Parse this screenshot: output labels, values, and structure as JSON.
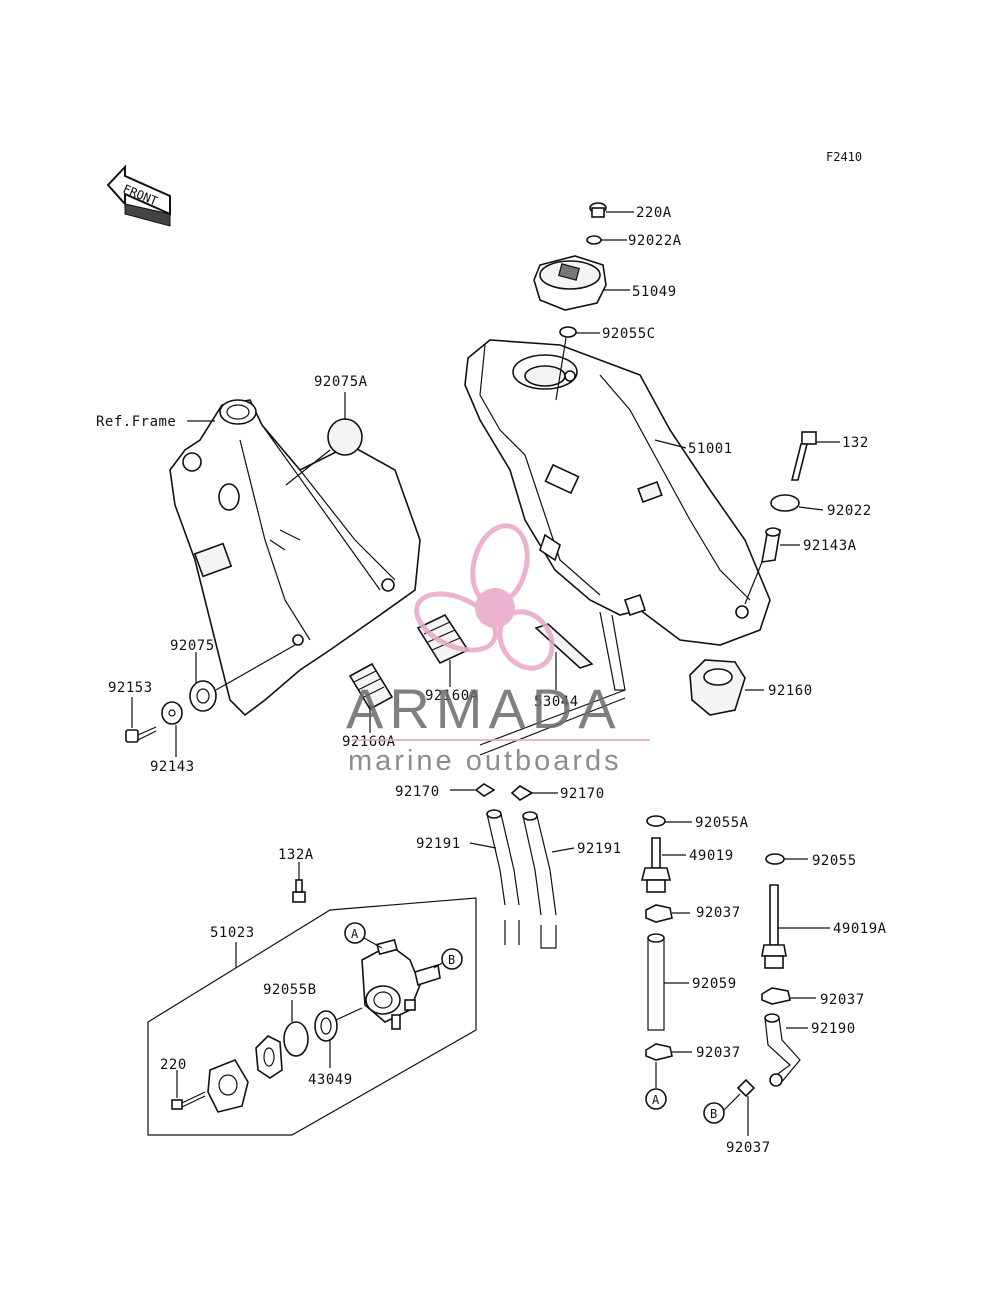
{
  "diagram_code": "F2410",
  "front_label": "FRONT",
  "ref_frame": "Ref.Frame",
  "callouts": {
    "p220A": "220A",
    "p92022A": "92022A",
    "p51049": "51049",
    "p92055C": "92055C",
    "p92075A": "92075A",
    "p51001": "51001",
    "p132": "132",
    "p92022": "92022",
    "p92143A": "92143A",
    "p92160": "92160",
    "p92075": "92075",
    "p92153": "92153",
    "p92143": "92143",
    "p92160A_a": "92160A",
    "p92160A_b": "92160A",
    "p53044": "53044",
    "p92170_a": "92170",
    "p92170_b": "92170",
    "p92191_a": "92191",
    "p92191_b": "92191",
    "p92055A": "92055A",
    "p49019": "49019",
    "p92055": "92055",
    "p92037_a": "92037",
    "p49019A": "49019A",
    "p92059": "92059",
    "p92037_b": "92037",
    "p92190": "92190",
    "p92037_c": "92037",
    "p92037_d": "92037",
    "p132A": "132A",
    "p51023": "51023",
    "p92055B": "92055B",
    "p43049": "43049",
    "p220": "220"
  },
  "markers": {
    "A1": "A",
    "B1": "B",
    "A2": "A",
    "B2": "B"
  },
  "watermark": {
    "brand": "ARMADA",
    "tagline": "marine outboards",
    "accent": "#e8a6c6"
  }
}
